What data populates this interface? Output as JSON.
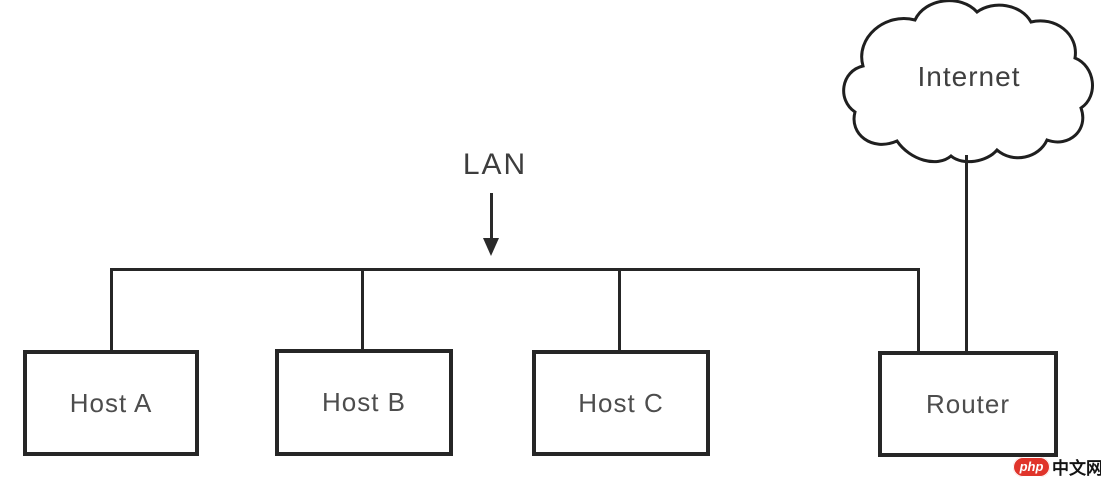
{
  "cloud": {
    "label": "Internet"
  },
  "lan": {
    "label": "LAN"
  },
  "nodes": [
    {
      "id": "host-a",
      "label": "Host A"
    },
    {
      "id": "host-b",
      "label": "Host B"
    },
    {
      "id": "host-c",
      "label": "Host C"
    },
    {
      "id": "router",
      "label": "Router"
    }
  ],
  "watermark": {
    "badge": "php",
    "text": "中文网",
    "badge_color": "#e0342b"
  },
  "colors": {
    "line": "#262626",
    "label_text": "#4a4a4a",
    "background": "#ffffff"
  }
}
